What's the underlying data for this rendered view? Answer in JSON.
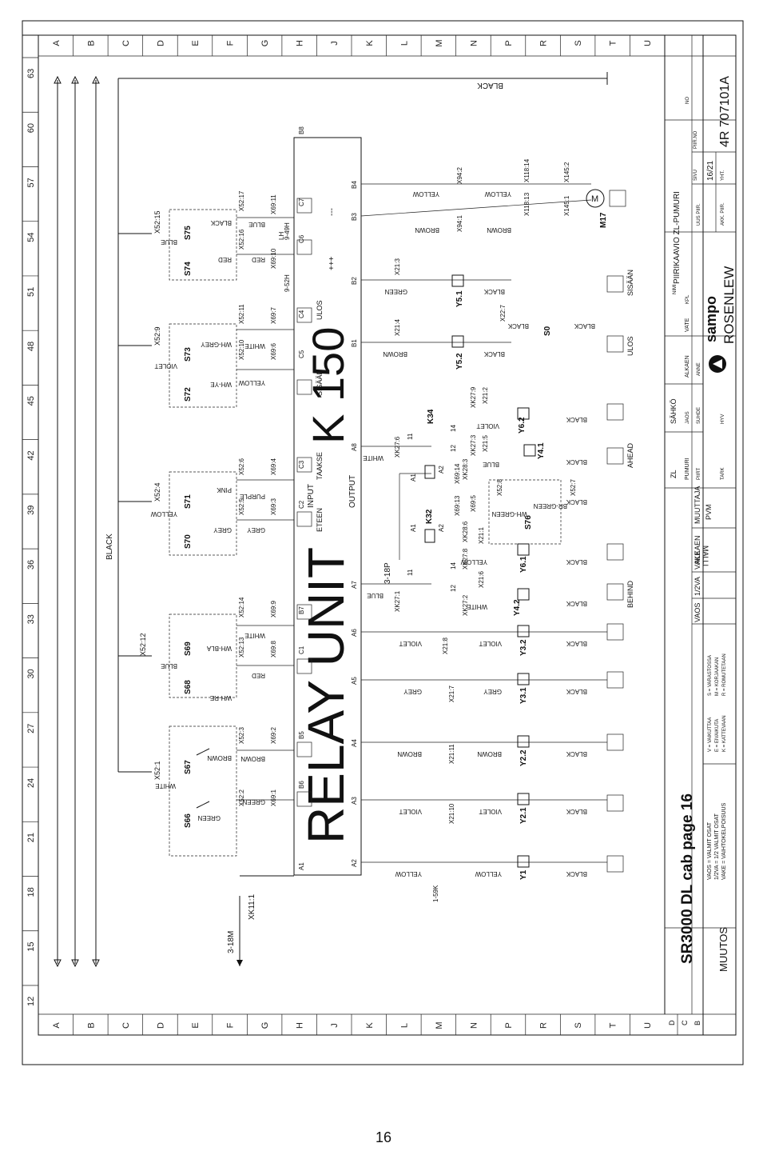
{
  "page_title": "SR3000 DL cab page 16",
  "page_number": "16",
  "relay_unit_title": "RELAY UNIT",
  "relay_unit_model": "K 150",
  "input_label": "INPUT",
  "output_label": "OUTPUT",
  "border_letters": [
    "A",
    "B",
    "C",
    "D",
    "E",
    "F",
    "G",
    "H",
    "J",
    "K",
    "L",
    "M",
    "N",
    "P",
    "R",
    "S",
    "T",
    "U"
  ],
  "border_numbers": [
    "12",
    "15",
    "18",
    "21",
    "24",
    "27",
    "30",
    "33",
    "36",
    "39",
    "42",
    "45",
    "48",
    "51",
    "54",
    "57",
    "60",
    "63"
  ],
  "wire_colors": {
    "black": "BLACK",
    "blue": "BLUE",
    "white": "WHITE",
    "green": "GREEN",
    "brown": "BROWN",
    "yellow": "YELLOW",
    "violet": "VIOLET",
    "grey": "GREY",
    "red": "RED",
    "pink": "PINK",
    "purple": "PURPLE",
    "wh_grey": "WH-GREY",
    "wh_ye": "WH-YE",
    "wh_bla": "WH-BLA",
    "wh_re": "WH-RE",
    "wh_green": "WH-GREEN",
    "br_green": "BR-GREEN"
  },
  "left_rails": {
    "supply": "3-18M",
    "connector": "XK11:1"
  },
  "input_terminals": [
    "B6",
    "B5",
    "C1",
    "B7",
    "C2",
    "C3",
    "C5",
    "C4",
    "C6",
    "C7",
    "B8"
  ],
  "input_labels": {
    "eteen": "ETEEN",
    "taakse": "TAAKSE",
    "sisaan": "SISÄÄN",
    "ulos": "ULOS",
    "lh_right": "9-49H",
    "lh_left": "9-52H",
    "lh": "LH",
    "plus": "+++",
    "minus": "---"
  },
  "output_terminals": [
    "A1",
    "A2",
    "A3",
    "A4",
    "A5",
    "A6",
    "A7",
    "A8",
    "B1",
    "B2",
    "B3",
    "B4"
  ],
  "switches": [
    "S66",
    "S67",
    "S68",
    "S69",
    "S70",
    "S71",
    "S72",
    "S73",
    "S74",
    "S75",
    "S76",
    "S0"
  ],
  "connectors_top": [
    "X52:1",
    "X52:12",
    "X52:4",
    "X52:9",
    "X52:15"
  ],
  "connectors_mid": [
    "X52:2",
    "X52:3",
    "X52:13",
    "X52:14",
    "X52:5",
    "X52:6",
    "X52:10",
    "X52:11",
    "X52:16",
    "X52:17"
  ],
  "connectors_x69": [
    "X69:1",
    "X69:2",
    "X69:8",
    "X69:9",
    "X69:3",
    "X69:4",
    "X69:6",
    "X69:7",
    "X69:10",
    "X69:11"
  ],
  "valves": [
    "Y1",
    "Y2.1",
    "Y2.2",
    "Y3.1",
    "Y3.2",
    "Y4.2",
    "Y6.1",
    "Y4.1",
    "Y6.2",
    "Y5.2",
    "Y5.1"
  ],
  "relays": [
    "K32",
    "K34"
  ],
  "relay_pins": [
    "A1",
    "A2",
    "11",
    "12",
    "14"
  ],
  "motor": "M17",
  "motor_terms": [
    "X145:1",
    "X145:2",
    "X118:13",
    "X118:14",
    "X94:1",
    "X94:2"
  ],
  "output_wire_terms": [
    "X21:10",
    "X21:11",
    "X21:7",
    "X21:8",
    "X21:6",
    "X21:1",
    "X21:4",
    "X21:3",
    "X21:2",
    "X21:5",
    "X22:7",
    "X52:7",
    "X52:8"
  ],
  "relay_wire_terms": [
    "XK27:1",
    "XK27:2",
    "XK27:8",
    "XK28:6",
    "XK28:3",
    "XK27:3",
    "XK27:6",
    "XK27:9",
    "X69:13",
    "X69:14",
    "X69:5"
  ],
  "supply_out": "3-18P",
  "supply_y1": "1-59K",
  "output_symbols": {
    "behind": "BEHIND",
    "ahead": "AHEAD",
    "ulos": "ULOS",
    "sisaan": "SISÄÄN"
  },
  "title_block": {
    "muutos": "MUUTOS",
    "rev_rows": [
      "B",
      "C",
      "D"
    ],
    "legend_left": [
      "VAOS = VALMIT OSAT",
      "1/2VA = 1/2 VALMIT OSAT",
      "VAKE = VAIHTOKELPOISUUS"
    ],
    "legend_mid": [
      "V = VAIKUTTAA",
      "E = EIVAIKUTA",
      "K = KATTEVAAN"
    ],
    "legend_right": [
      "S = VARASTOSSA",
      "M = KORJAAKAN",
      "R = ROMUTETAAN"
    ],
    "cols": [
      "VAOS",
      "1/2VA",
      "VAKE",
      "MALLI",
      "ALKAEN",
      "PVM",
      "MUUTTAJA"
    ],
    "headers": [
      "ZL",
      "PUMURI",
      "SÄHKÖ",
      "ALKAEN",
      "VATE"
    ],
    "small_headers": [
      "PIIRT",
      "TARK",
      "JAOS",
      "HYV",
      "SUHDE",
      "ANNE",
      "KPL",
      "AKK. PIIR.",
      "UUS PIIR."
    ],
    "nimi": "NIMI",
    "drawing_name": "PIIRIKAAVIO ZL-PUMURI",
    "company": "sampo",
    "company2": "ROSENLEW",
    "sivu_label": "SIVU",
    "sivu": "16/21",
    "yht": "YHT.",
    "piir_no_label": "PIIR.NO",
    "drawing_number": "4R 707101A",
    "no_label": "NO"
  }
}
